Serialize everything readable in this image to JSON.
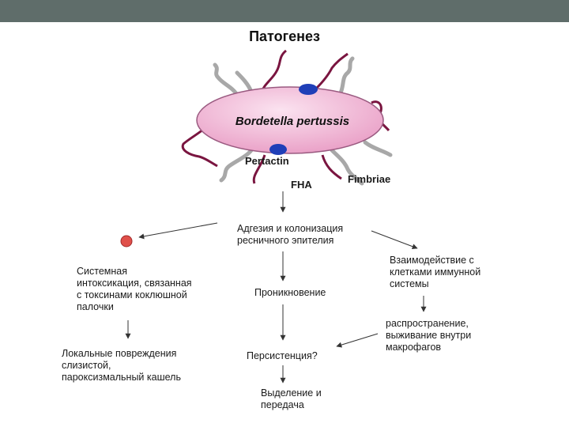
{
  "title": "Патогенез",
  "organism": {
    "name": "Bordetella pertussis",
    "factors": [
      "Pertactin",
      "FHA",
      "Fimbriae"
    ]
  },
  "nodes": {
    "adhesion": [
      "Адгезия и колонизация",
      "ресничного эпителия"
    ],
    "systemic": [
      "Системная",
      "интоксикация, связанная",
      "с токсинами коклюшной",
      "палочки"
    ],
    "local": [
      "Локальные повреждения",
      "слизистой,",
      "пароксизмальный кашель"
    ],
    "penetration": [
      "Проникновение"
    ],
    "persistence": [
      "Персистенция?"
    ],
    "release": [
      "Выделение и",
      "передача"
    ],
    "immune": [
      "Взаимодействие с",
      "клетками иммунной",
      "системы"
    ],
    "spread": [
      "распространение,",
      "выживание внутри",
      "макрофагов"
    ]
  },
  "colors": {
    "header_bar": "#5f6d6a",
    "bacterium_fill": "#f3b8d8",
    "bacterium_stroke": "#9a5a80",
    "flagella": "#7a1540",
    "pertactin_blue": "#1f3fb8",
    "toxin_red": "#e0504a",
    "fimbriae_gray": "#a8a8a8"
  }
}
